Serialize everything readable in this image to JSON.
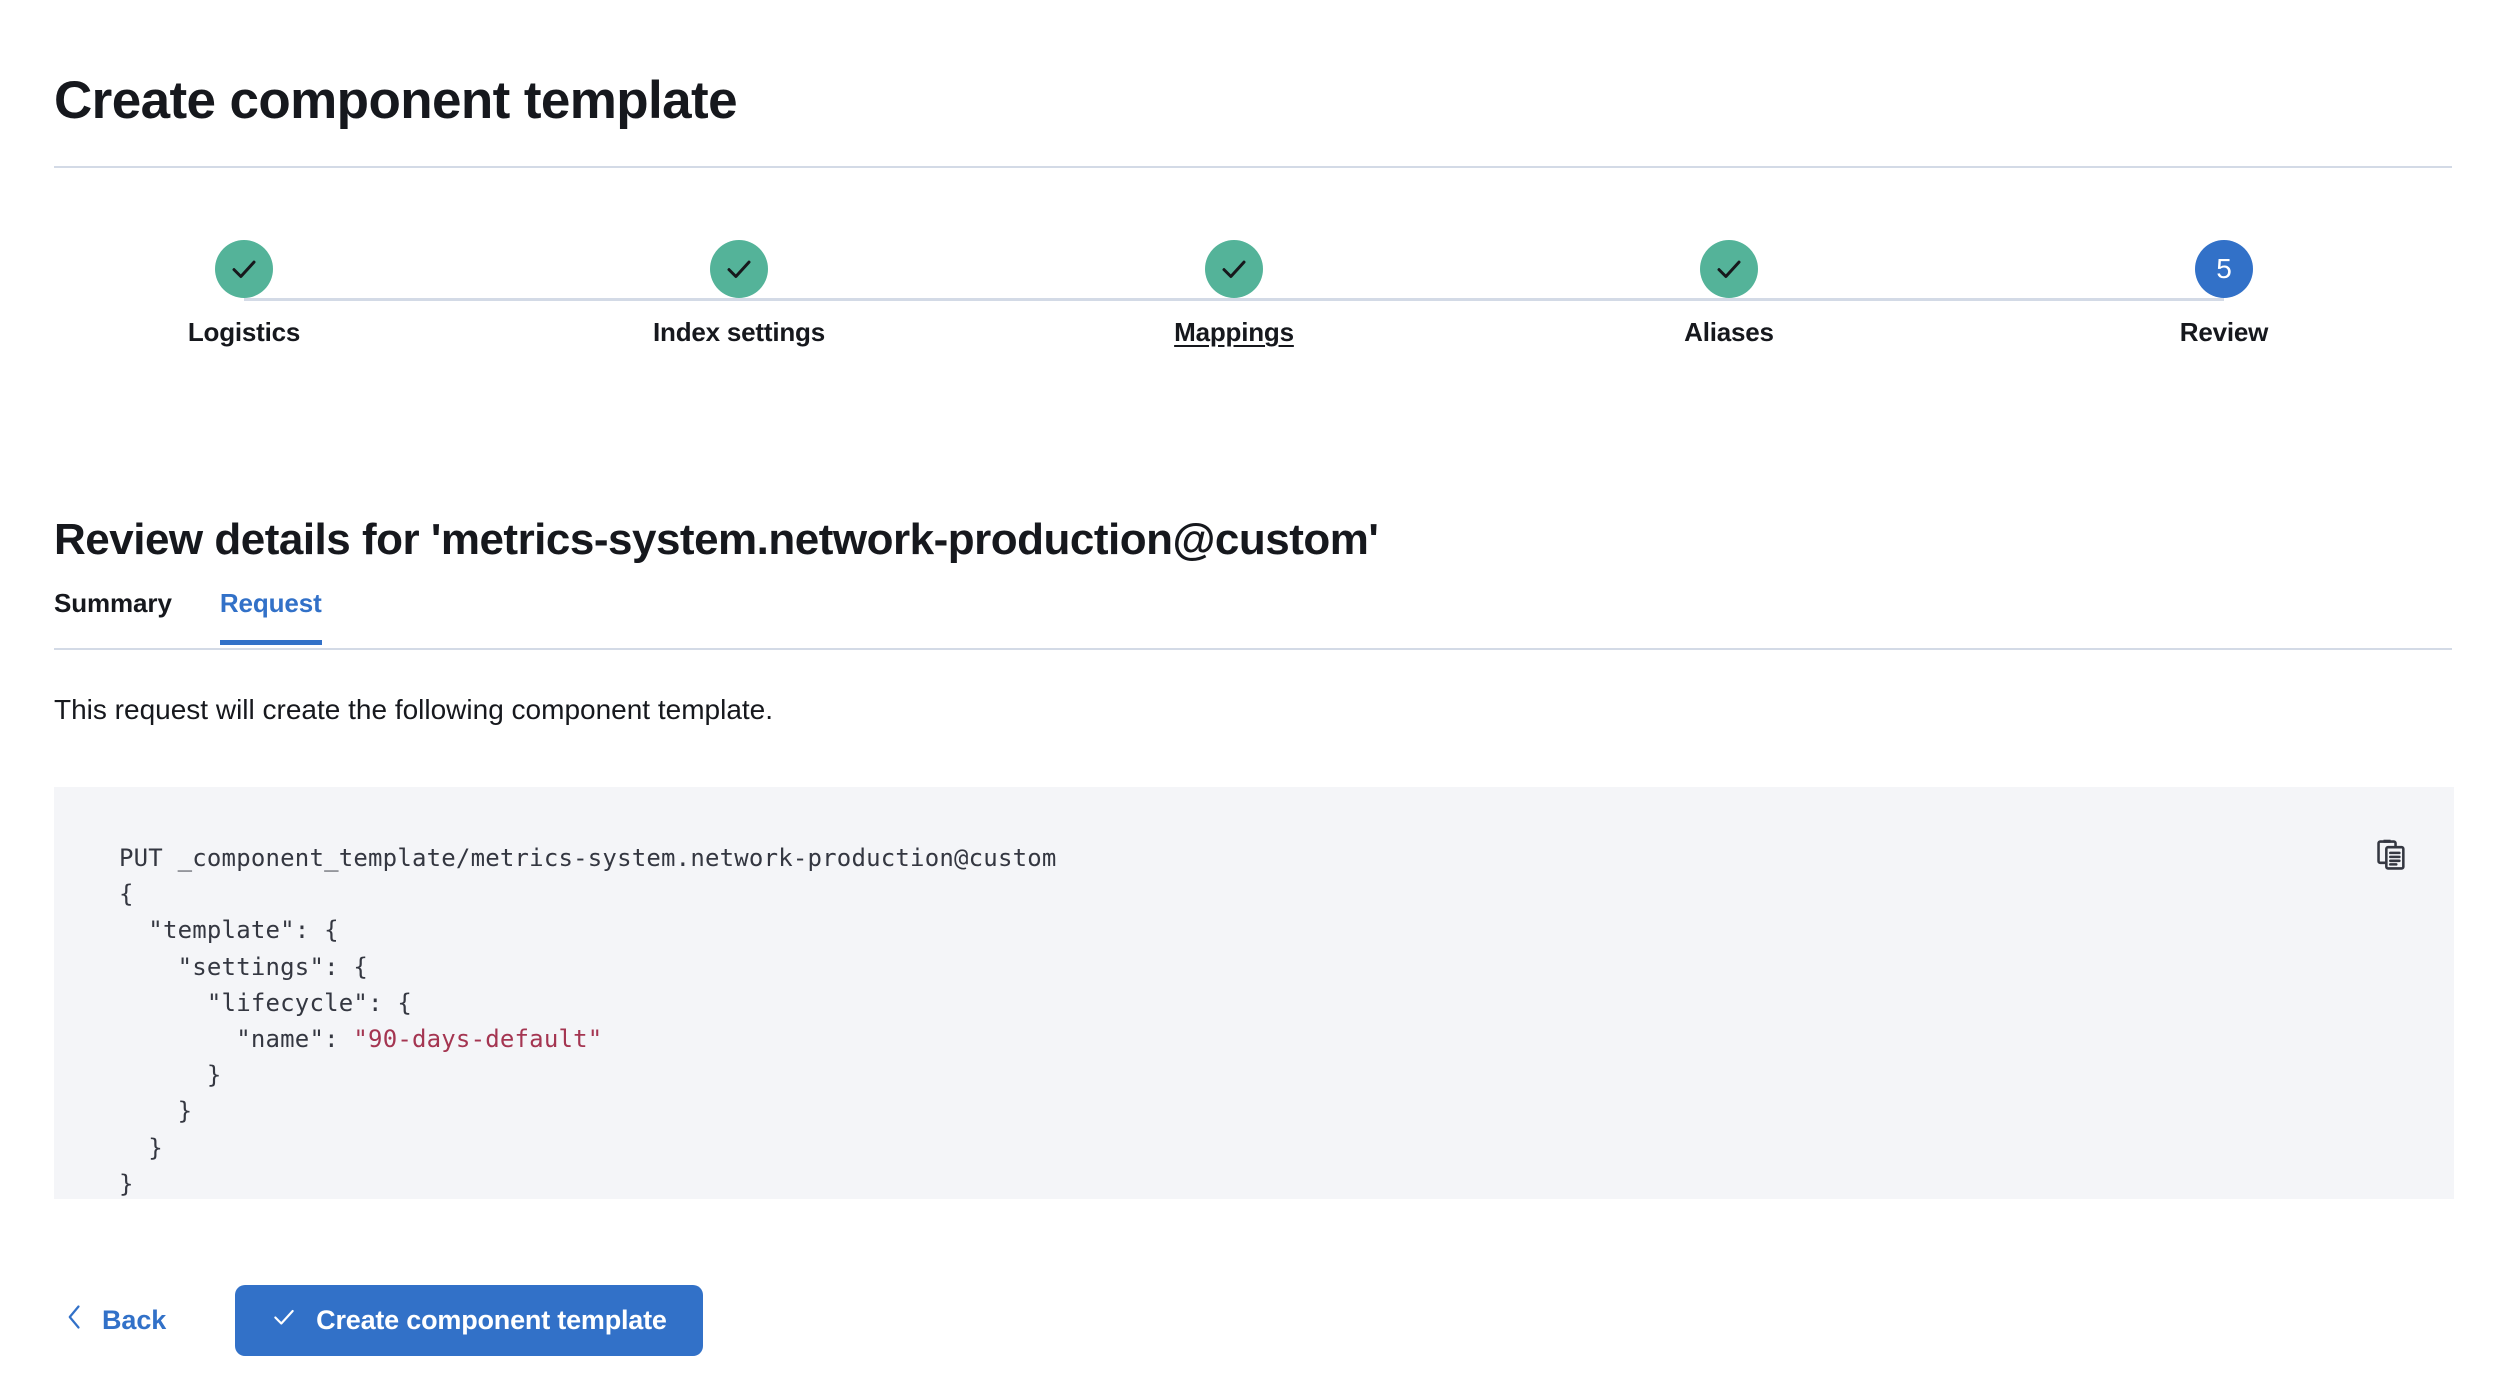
{
  "header": {
    "title": "Create component template"
  },
  "stepper": {
    "steps": [
      {
        "label": "Logistics",
        "state": "complete",
        "number": "1",
        "icon": "check-icon",
        "hover": false
      },
      {
        "label": "Index settings",
        "state": "complete",
        "number": "2",
        "icon": "check-icon",
        "hover": false
      },
      {
        "label": "Mappings",
        "state": "complete",
        "number": "3",
        "icon": "check-icon",
        "hover": true
      },
      {
        "label": "Aliases",
        "state": "complete",
        "number": "4",
        "icon": "check-icon",
        "hover": false
      },
      {
        "label": "Review",
        "state": "current",
        "number": "5",
        "icon": "step-number",
        "hover": false
      }
    ]
  },
  "review": {
    "heading": "Review details for 'metrics-system.network-production@custom'"
  },
  "tabs": [
    {
      "label": "Summary",
      "active": false
    },
    {
      "label": "Request",
      "active": true
    }
  ],
  "request": {
    "description": "This request will create the following component template.",
    "copy_icon": "copy-clipboard-icon",
    "code": {
      "method": "PUT",
      "path": "_component_template/metrics-system.network-production@custom",
      "line_1": "PUT _component_template/metrics-system.network-production@custom",
      "line_2": "{",
      "line_3": "  \"template\": {",
      "line_4": "    \"settings\": {",
      "line_5": "      \"lifecycle\": {",
      "line_6_key": "        \"name\": ",
      "line_6_value": "\"90-days-default\"",
      "line_7": "      }",
      "line_8": "    }",
      "line_9": "  }",
      "line_10": "}"
    }
  },
  "footer": {
    "back_label": "Back",
    "back_icon": "chevron-left-icon",
    "submit_label": "Create component template",
    "submit_icon": "check-icon"
  },
  "colors": {
    "accent_blue": "#3271c8",
    "success_teal": "#54b399",
    "border": "#d3dae6",
    "code_bg": "#f4f5f8",
    "code_string": "#a43551",
    "text": "#16181d"
  }
}
